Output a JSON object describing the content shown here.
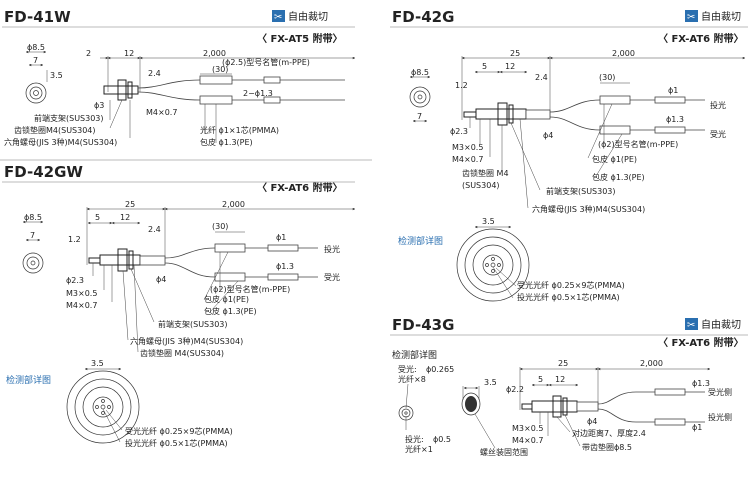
{
  "models": {
    "fd41w": {
      "title": "FD-41W",
      "badge": "自由裁切",
      "attach": "〈 FX-AT5 附带〉",
      "dims": {
        "d85": "ϕ8.5",
        "d7": "7",
        "d35": "3.5",
        "d2": "2",
        "d12": "12",
        "d2000": "2,000",
        "d30": "(30)",
        "d24": "2.4",
        "d25": "(ϕ2.5)型号名管(m-PPE)",
        "d13": "2−ϕ1.3",
        "d3": "ϕ3",
        "m4": "M4×0.7"
      },
      "labels": [
        "前端支架(SUS303)",
        "齿锁垫圈M4(SUS304)",
        "六角螺母(JIS 3种)M4(SUS304)",
        "光纤 ϕ1×1芯(PMMA)",
        "包皮 ϕ1.3(PE)"
      ]
    },
    "fd42g": {
      "title": "FD-42G",
      "badge": "自由裁切",
      "attach": "〈 FX-AT6 附带〉",
      "dims": {
        "d85": "ϕ8.5",
        "d12v": "1.2",
        "d7": "7",
        "d25": "25",
        "d5": "5",
        "d12": "12",
        "d2000": "2,000",
        "d30": "(30)",
        "d24": "2.4",
        "d1": "ϕ1",
        "d13": "ϕ1.3",
        "d23": "ϕ2.3",
        "m3": "M3×0.5",
        "m4": "M4×0.7",
        "d4": "ϕ4",
        "emit": "投光",
        "recv": "受光"
      },
      "labels": [
        "(ϕ2)型号名管(m-PPE)",
        "包皮 ϕ1(PE)",
        "包皮 ϕ1.3(PE)",
        "前端支架(SUS303)",
        "六角螺母(JIS 3种)M4(SUS304)",
        "齿锁垫圈 M4",
        "(SUS304)"
      ],
      "detail": {
        "title": "检测部详图",
        "d35": "3.5",
        "l1": "受光光纤 ϕ0.25×9芯(PMMA)",
        "l2": "投光光纤 ϕ0.5×1芯(PMMA)"
      }
    },
    "fd42gw": {
      "title": "FD-42GW",
      "attach": "〈 FX-AT6 附带〉",
      "dims": {
        "d85": "ϕ8.5",
        "d7": "7",
        "d12v": "1.2",
        "d25": "25",
        "d5": "5",
        "d12": "12",
        "d2000": "2,000",
        "d30": "(30)",
        "d24": "2.4",
        "d1": "ϕ1",
        "d13": "ϕ1.3",
        "d23": "ϕ2.3",
        "m3": "M3×0.5",
        "m4": "M4×0.7",
        "d4": "ϕ4",
        "emit": "投光",
        "recv": "受光"
      },
      "labels": [
        "(ϕ2)型号名管(m-PPE)",
        "包皮 ϕ1(PE)",
        "包皮 ϕ1.3(PE)",
        "前端支架(SUS303)",
        "六角螺母(JIS 3种)M4(SUS304)",
        "齿锁垫圈 M4(SUS304)"
      ],
      "detail": {
        "title": "检测部详图",
        "d35": "3.5",
        "l1": "受光光纤 ϕ0.25×9芯(PMMA)",
        "l2": "投光光纤 ϕ0.5×1芯(PMMA)"
      }
    },
    "fd43g": {
      "title": "FD-43G",
      "badge": "自由裁切",
      "attach": "〈 FX-AT6 附带〉",
      "detail_title": "检测部详图",
      "recv1": "受光:",
      "recv_d": "ϕ0.265",
      "recv2": "光纤×8",
      "emit1": "投光:",
      "emit_d": "ϕ0.5",
      "emit2": "光纤×1",
      "thread_area": "螺丝装固范围",
      "dims": {
        "d35": "3.5",
        "d25": "25",
        "d5": "5",
        "d12": "12",
        "d2000": "2,000",
        "d22": "ϕ2.2",
        "m3": "M3×0.5",
        "m4": "M4×0.7",
        "d4": "ϕ4",
        "d13": "ϕ1.3",
        "d1": "ϕ1",
        "recvside": "受光侧",
        "emitside": "投光侧",
        "hexnote": "对边距离7、厚度2.4",
        "washer": "带齿垫圈ϕ8.5"
      }
    }
  }
}
